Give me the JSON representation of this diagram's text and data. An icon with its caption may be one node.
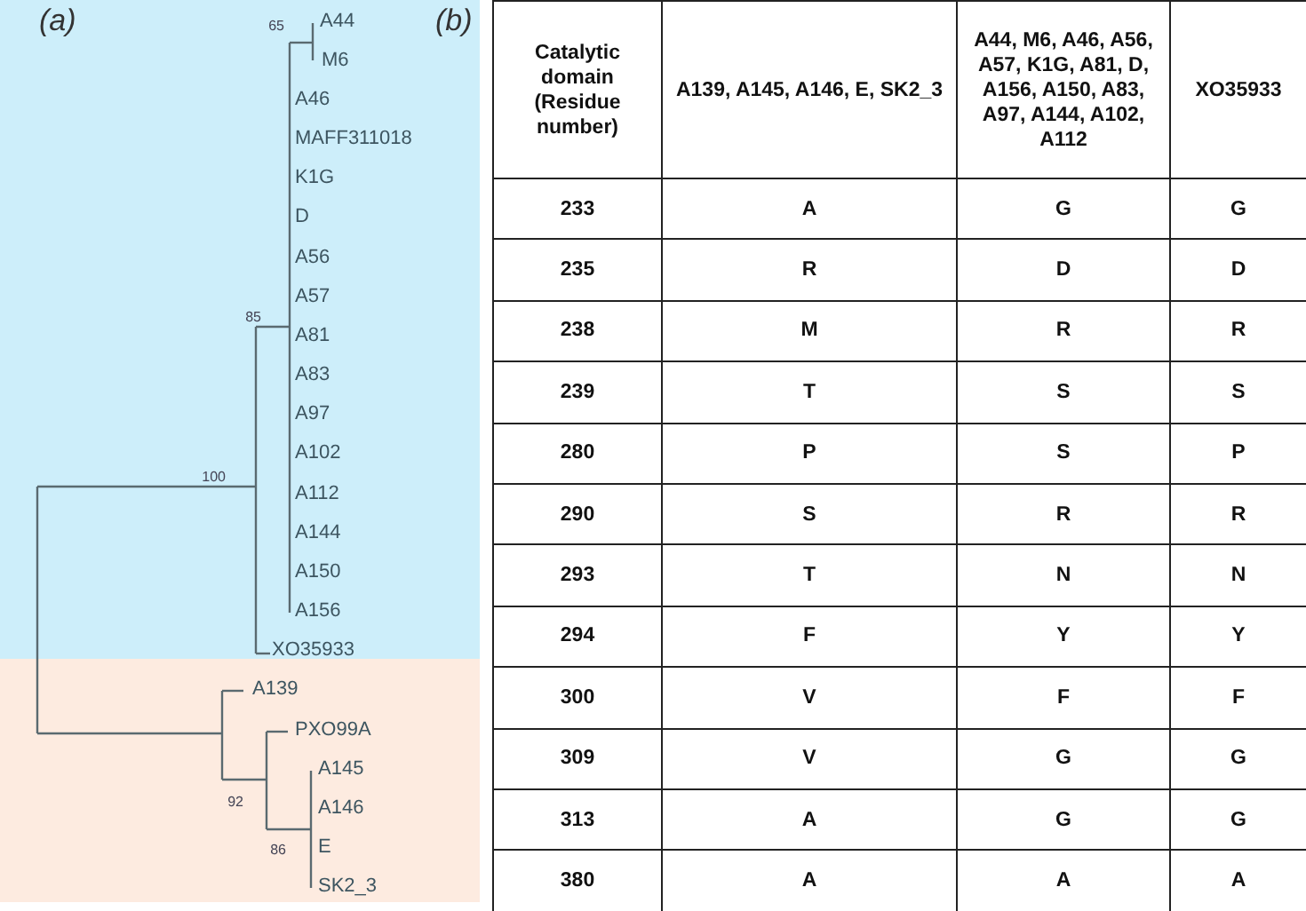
{
  "diagram": {
    "labels": [
      "(a)",
      "65",
      "A44",
      "M6",
      "A46",
      "MAFF311018",
      "K1G",
      "D",
      "A56",
      "A57",
      "85",
      "A81",
      "A83",
      "A97",
      "100",
      "A102",
      "A112",
      "A144",
      "A150",
      "A156",
      "XO35933",
      "A139",
      "PXO99A",
      "92",
      "A145",
      "A146",
      "86",
      "E",
      "SK2_3",
      "(b)",
      "Catalytic domain (Residue number)",
      "A139, A145, A146, E, SK2_3",
      "A44, M6, A46, A56, A57, K1G, A81, D, A156, A150, A83, A97, A144, A102, A112",
      "XO35933",
      "233",
      "A",
      "G",
      "G",
      "235",
      "R",
      "D",
      "D",
      "238",
      "M",
      "R",
      "R",
      "239",
      "T",
      "S",
      "S",
      "280",
      "P",
      "S",
      "P",
      "290",
      "S",
      "R",
      "R",
      "293",
      "T",
      "N",
      "N",
      "294",
      "F",
      "Y",
      "Y",
      "300",
      "V",
      "F",
      "F",
      "309",
      "V",
      "G",
      "G",
      "313",
      "A",
      "G",
      "G",
      "380",
      "A",
      "A",
      "A"
    ]
  }
}
